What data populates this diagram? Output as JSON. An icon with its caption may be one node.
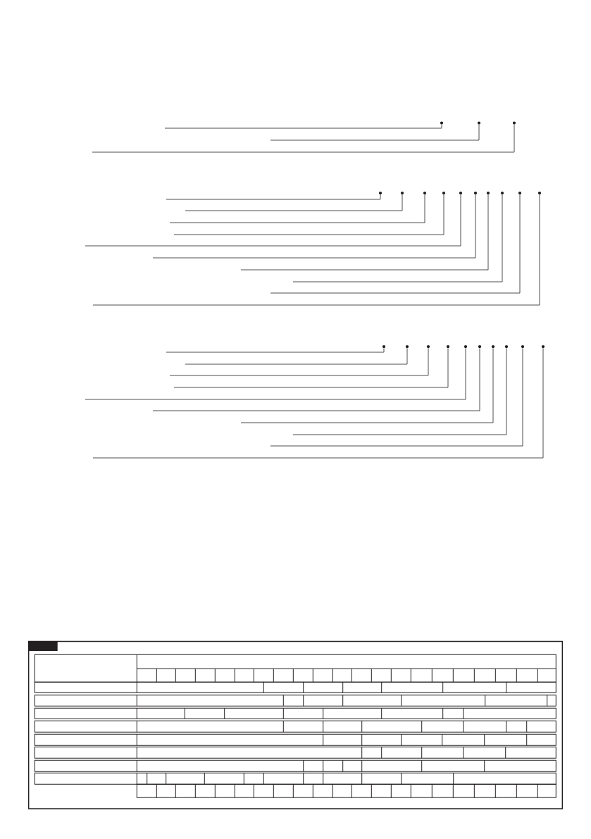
{
  "diagram": {
    "nodes": [
      {
        "text": [],
        "shape": "circle"
      },
      {
        "text": [],
        "shape": "circle"
      },
      {
        "text": [],
        "shape": "circle"
      },
      {
        "text": [],
        "shape": "circle"
      },
      {
        "text": [],
        "shape": "circle"
      },
      {
        "text": [],
        "shape": "circle"
      },
      {
        "text": [],
        "shape": "circle"
      },
      {
        "text": [],
        "shape": "circle"
      },
      {
        "text": [],
        "shape": "circle"
      },
      {
        "text": [],
        "shape": "circle"
      },
      {
        "text": [],
        "shape": "circle"
      },
      {
        "text": [],
        "shape": "circle"
      },
      {
        "text": [],
        "shape": "circle"
      },
      {
        "text": [],
        "shape": "circle"
      },
      {
        "text": [],
        "shape": "circle"
      },
      {
        "text": [],
        "shape": "circle"
      },
      {
        "text": [],
        "shape": "circle"
      },
      {
        "text": [],
        "shape": "circle"
      },
      {
        "text": [],
        "shape": "circle"
      },
      {
        "text": [],
        "shape": "circle"
      },
      {
        "text": [],
        "shape": "circle"
      },
      {
        "text": [],
        "shape": "circle"
      },
      {
        "text": [],
        "shape": "circle"
      }
    ],
    "edges": [
      {
        "from": null,
        "to": 0,
        "arrow": "none"
      },
      {
        "from": null,
        "to": 1,
        "arrow": "none"
      },
      {
        "from": null,
        "to": 2,
        "arrow": "none"
      },
      {
        "from": null,
        "to": 3,
        "arrow": "none"
      },
      {
        "from": null,
        "to": 4,
        "arrow": "none"
      },
      {
        "from": null,
        "to": 5,
        "arrow": "none"
      },
      {
        "from": null,
        "to": 6,
        "arrow": "none"
      },
      {
        "from": null,
        "to": 7,
        "arrow": "none"
      },
      {
        "from": null,
        "to": 8,
        "arrow": "none"
      },
      {
        "from": null,
        "to": 9,
        "arrow": "none"
      },
      {
        "from": null,
        "to": 10,
        "arrow": "none"
      },
      {
        "from": null,
        "to": 11,
        "arrow": "none"
      },
      {
        "from": null,
        "to": 12,
        "arrow": "none"
      },
      {
        "from": null,
        "to": 13,
        "arrow": "none"
      },
      {
        "from": null,
        "to": 14,
        "arrow": "none"
      },
      {
        "from": null,
        "to": 15,
        "arrow": "none"
      },
      {
        "from": null,
        "to": 16,
        "arrow": "none"
      },
      {
        "from": null,
        "to": 17,
        "arrow": "none"
      },
      {
        "from": null,
        "to": 18,
        "arrow": "none"
      },
      {
        "from": null,
        "to": 19,
        "arrow": "none"
      },
      {
        "from": null,
        "to": 20,
        "arrow": "none"
      },
      {
        "from": null,
        "to": 21,
        "arrow": "none"
      },
      {
        "from": null,
        "to": 22,
        "arrow": "none"
      }
    ]
  }
}
